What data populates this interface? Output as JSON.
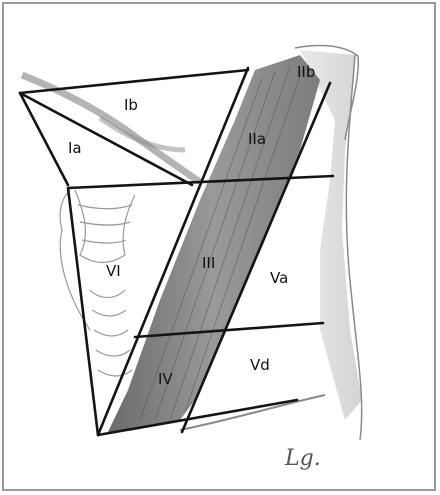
{
  "diagram": {
    "levels": {
      "Ia": "Ia",
      "Ib": "Ib",
      "IIa": "IIa",
      "IIb": "IIb",
      "III": "III",
      "IV": "IV",
      "Va": "Va",
      "Vd": "Vd",
      "VI": "VI"
    },
    "signature": "Lg.",
    "colors": {
      "background": "#ffffff",
      "border": "#9a9a9a",
      "muscle_dark": "#6a6a6a",
      "muscle_mid": "#9c9c9c",
      "lines": "#141414",
      "sketch": "#8a8a8a"
    }
  }
}
